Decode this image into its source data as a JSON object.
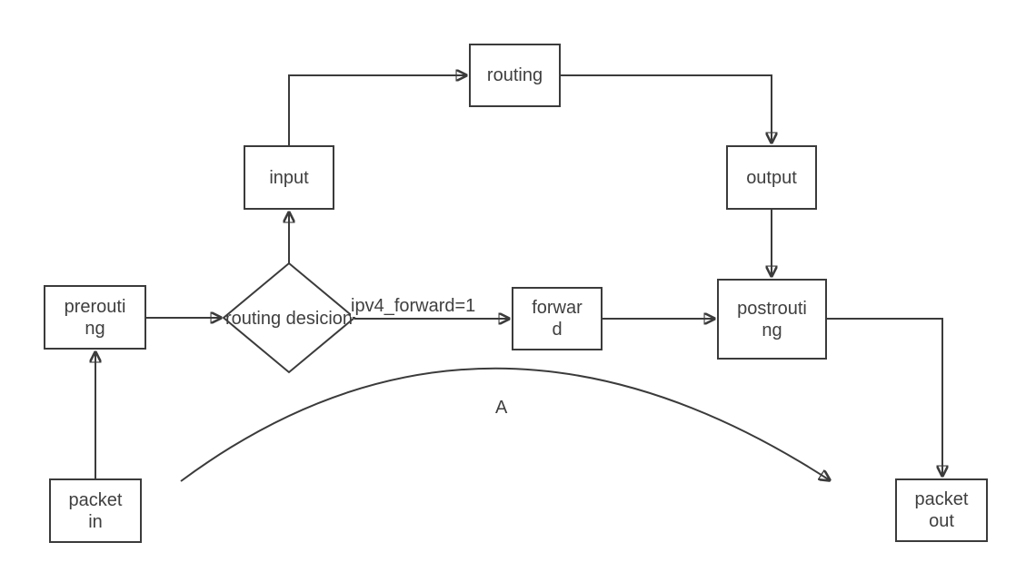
{
  "nodes": {
    "packet_in": {
      "label": "packet in"
    },
    "prerouting": {
      "label": "prerouting"
    },
    "routing_decision": {
      "label": "routing desicion"
    },
    "input": {
      "label": "input"
    },
    "routing": {
      "label": "routing"
    },
    "output": {
      "label": "output"
    },
    "forward": {
      "label": "forward"
    },
    "postrouting": {
      "label": "postrouting"
    },
    "packet_out": {
      "label": "packet out"
    }
  },
  "labels": {
    "forward_condition": "ipv4_forward=1",
    "curve": "A"
  },
  "colors": {
    "stroke": "#3b3b3b",
    "text": "#3f3f3f",
    "background": "#ffffff"
  }
}
